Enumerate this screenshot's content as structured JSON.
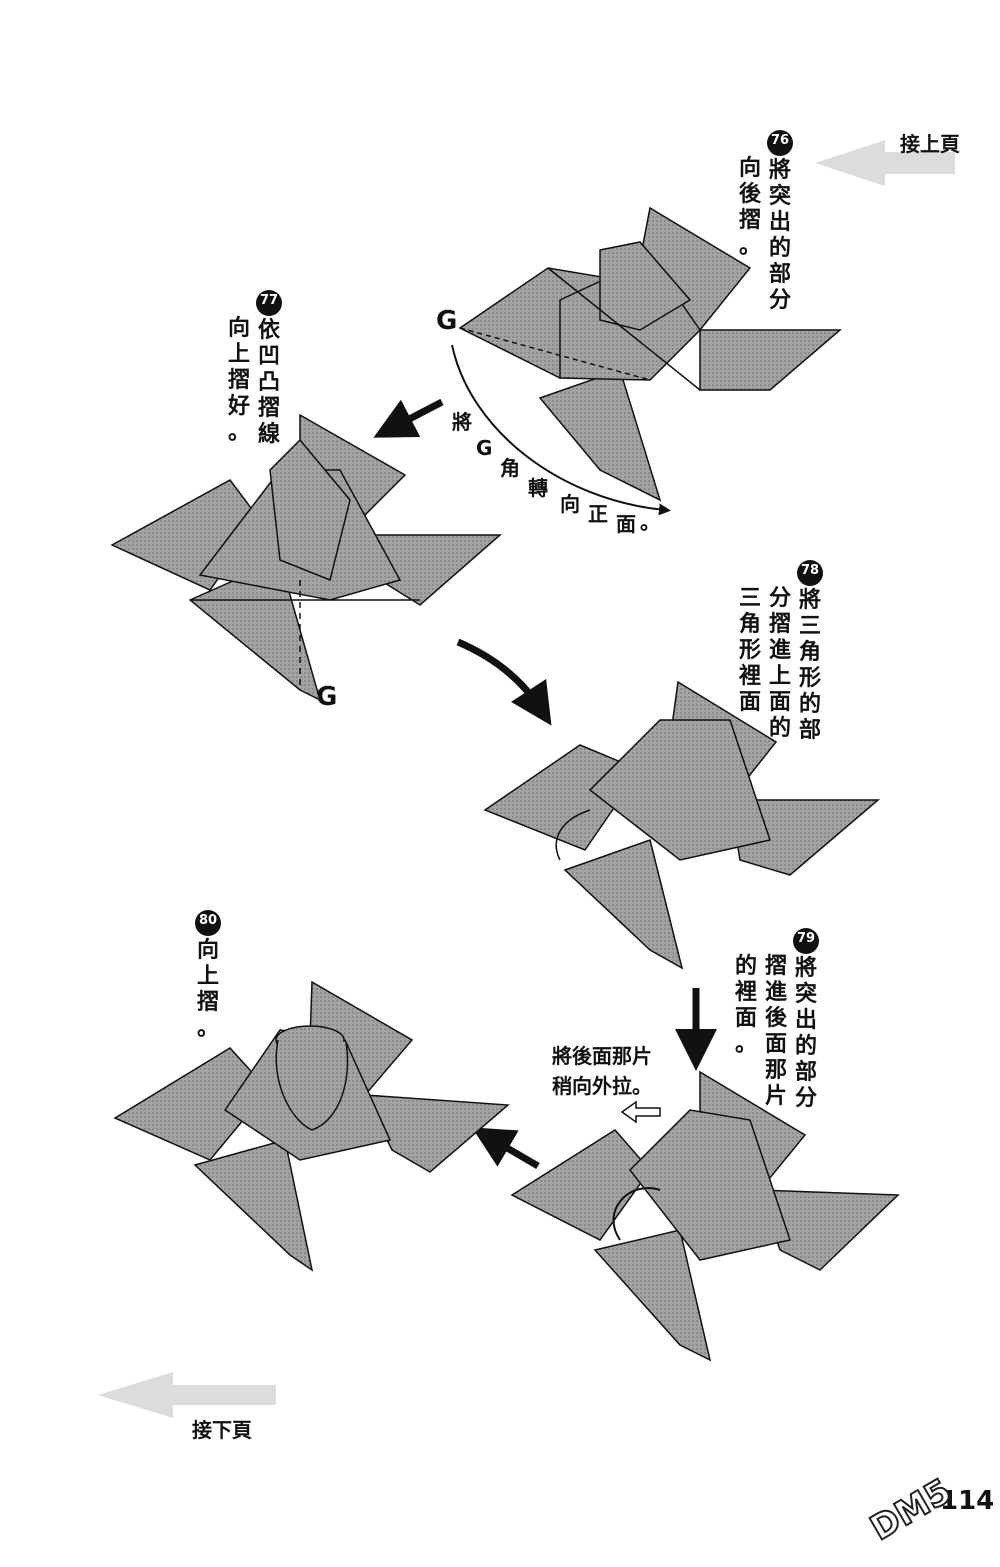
{
  "nav": {
    "continue_from": "接上頁",
    "continue_to": "接下頁"
  },
  "steps": [
    {
      "num": "76",
      "lines": [
        "將突出的部分",
        "向後摺。"
      ]
    },
    {
      "num": "77",
      "lines": [
        "依凹凸摺線",
        "向上摺好。"
      ]
    },
    {
      "num": "78",
      "lines": [
        "將三角形的部",
        "分摺進上面的",
        "三角形裡面。"
      ]
    },
    {
      "num": "79",
      "lines": [
        "將突出的部分",
        "摺進後面那片",
        "的裡面。"
      ]
    },
    {
      "num": "80",
      "lines": [
        "向上摺。"
      ]
    }
  ],
  "rotate_note": [
    "將",
    "G",
    "角",
    "轉",
    "向",
    "正",
    "面",
    "。"
  ],
  "pull_note": {
    "line1": "將後面那片",
    "line2": "稍向外拉。"
  },
  "corner_label_top": "G",
  "corner_label_bottom": "G",
  "page_number": "114",
  "watermark": "DM5",
  "colors": {
    "paper": "#9a9a9a",
    "paper_dark": "#7d7d7d",
    "line": "#111111"
  }
}
